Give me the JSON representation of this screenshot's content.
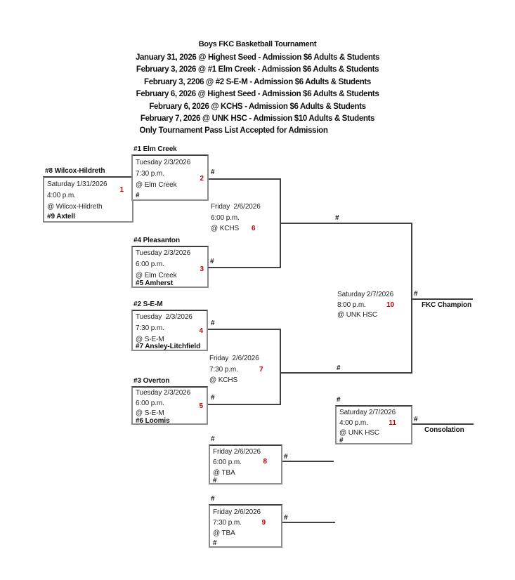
{
  "header": {
    "title": "Boys FKC Basketball Tournament",
    "lines": [
      "January 31, 2026 @ Highest Seed - Admission $6 Adults & Students",
      "February 3, 2026 @ #1 Elm Creek - Admission $6 Adults & Students",
      "February 3, 2206 @ #2 S-E-M - Admission $6 Adults & Students",
      "February 6, 2026 @ Highest Seed - Admission $6 Adults & Students",
      "February 6, 2026 @ KCHS - Admission $6 Adults & Students",
      "February 7, 2026 @ UNK HSC - Admission $10 Adults & Students"
    ],
    "footnote": "Only Tournament Pass List Accepted for Admission"
  },
  "colors": {
    "accent_red": "#c00000",
    "line_gray": "#8c8c8c",
    "line_dark": "#404040"
  },
  "games": {
    "g1": {
      "number": "1",
      "top_team": "#8 Wilcox-Hildreth",
      "date": "Saturday 1/31/2026",
      "time": "4:00 p.m.",
      "location": "@ Wilcox-Hildreth",
      "bottom_team": "#9 Axtell"
    },
    "g2": {
      "number": "2",
      "top_team": "#1 Elm Creek",
      "date": "Tuesday 2/3/2026",
      "time": "7:30 p.m.",
      "location": "@ Elm Creek",
      "bottom_slot": "#",
      "winner": "#"
    },
    "g3": {
      "number": "3",
      "top_team": "#4 Pleasanton",
      "date": "Tuesday 2/3/2026",
      "time": "6:00 p.m.",
      "location": "@ Elm Creek",
      "bottom_team": "#5 Amherst",
      "winner": "#"
    },
    "g4": {
      "number": "4",
      "top_team": "#2 S-E-M",
      "date": "Tuesday  2/3/2026",
      "time": "7:30 p.m.",
      "location": "@ S-E-M",
      "bottom_team": "#7 Ansley-Litchfield",
      "winner": "#"
    },
    "g5": {
      "number": "5",
      "top_team": "#3 Overton",
      "date": "Tuesday 2/3/2026",
      "time": "6:00 p.m.",
      "location": "@ S-E-M",
      "bottom_team": "#6 Loomis",
      "winner": "#"
    },
    "g6": {
      "number": "6",
      "date": "Friday  2/6/2026",
      "time": "6:00 p.m.",
      "location": "@ KCHS",
      "winner": "#"
    },
    "g7": {
      "number": "7",
      "date": "Friday  2/6/2026",
      "time": "7:30 p.m.",
      "location": "@ KCHS",
      "winner": "#"
    },
    "g8": {
      "number": "8",
      "top_slot": "#",
      "date": "Friday 2/6/2026",
      "time": "6:00 p.m.",
      "location": "@ TBA",
      "bottom_slot": "#",
      "winner": "#"
    },
    "g9": {
      "number": "9",
      "top_slot": "#",
      "date": "Friday 2/6/2026",
      "time": "7:30 p.m.",
      "location": "@ TBA",
      "bottom_slot": "#",
      "winner": "#"
    },
    "g10": {
      "number": "10",
      "date": "Saturday 2/7/2026",
      "time": "8:00 p.m.",
      "location": "@ UNK HSC",
      "winner": "#",
      "winner_label": "FKC Champion"
    },
    "g11": {
      "number": "11",
      "top_slot": "#",
      "date": "Saturday 2/7/2026",
      "time": "4:00 p.m.",
      "location": "@ UNK HSC",
      "bottom_slot": "#",
      "winner": "#",
      "winner_label": "Consolation"
    }
  }
}
